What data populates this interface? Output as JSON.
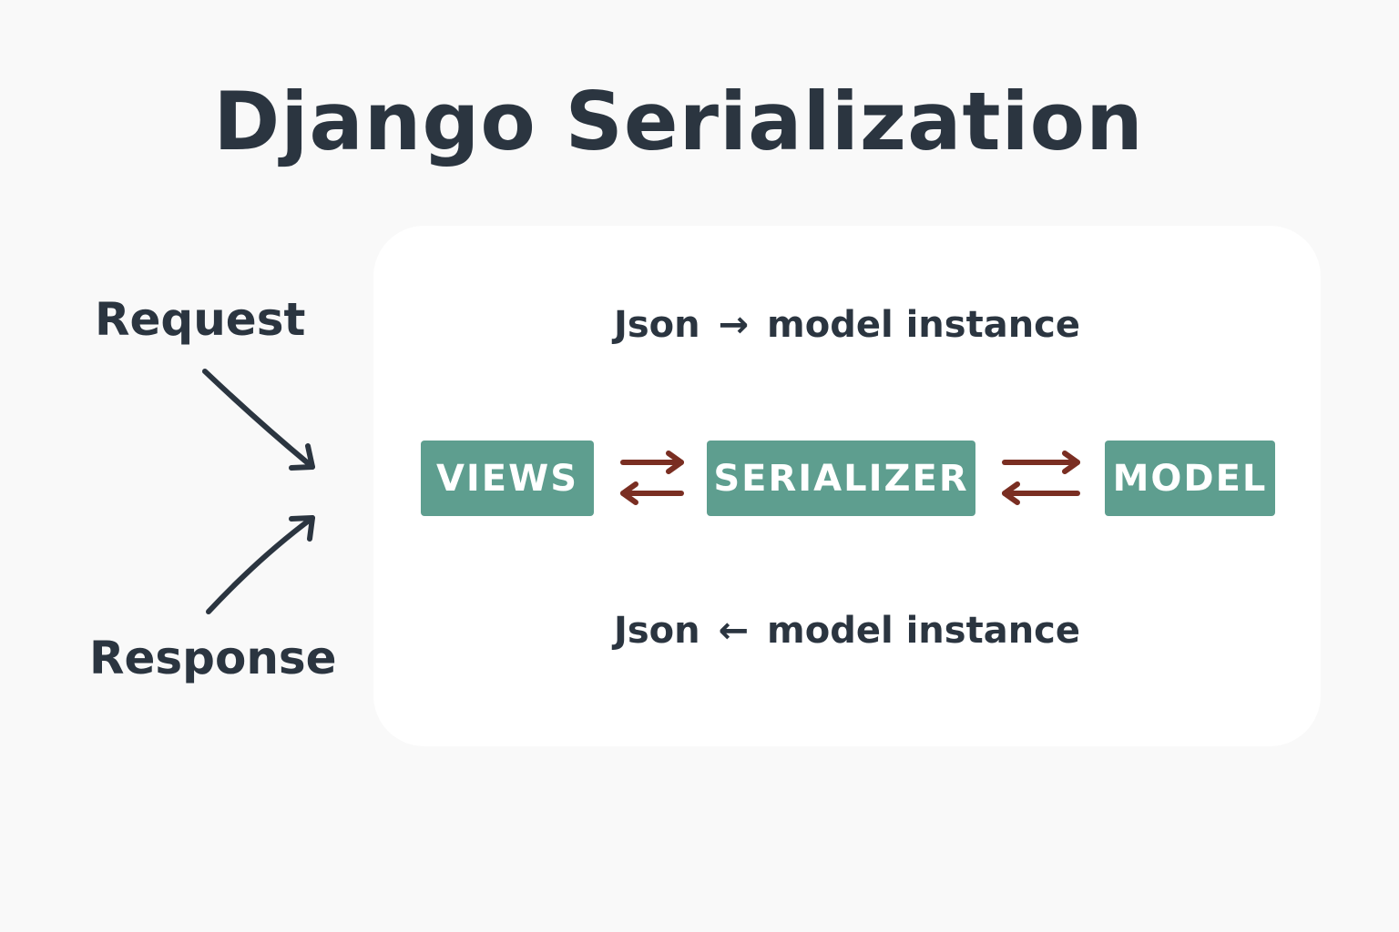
{
  "title": "Django Serialization",
  "labels": {
    "request": "Request",
    "response": "Response"
  },
  "flow_top": {
    "from": "Json",
    "arrow": "→",
    "to": "model instance"
  },
  "flow_bottom": {
    "from": "Json",
    "arrow": "←",
    "to": "model instance"
  },
  "boxes": {
    "views": "VIEWS",
    "serializer": "SERIALIZER",
    "model": "MODEL"
  },
  "colors": {
    "text": "#2b3540",
    "box": "#5e9e8f",
    "exchange_arrow": "#7a2e22",
    "background": "#f9f9f9",
    "panel": "#ffffff"
  }
}
